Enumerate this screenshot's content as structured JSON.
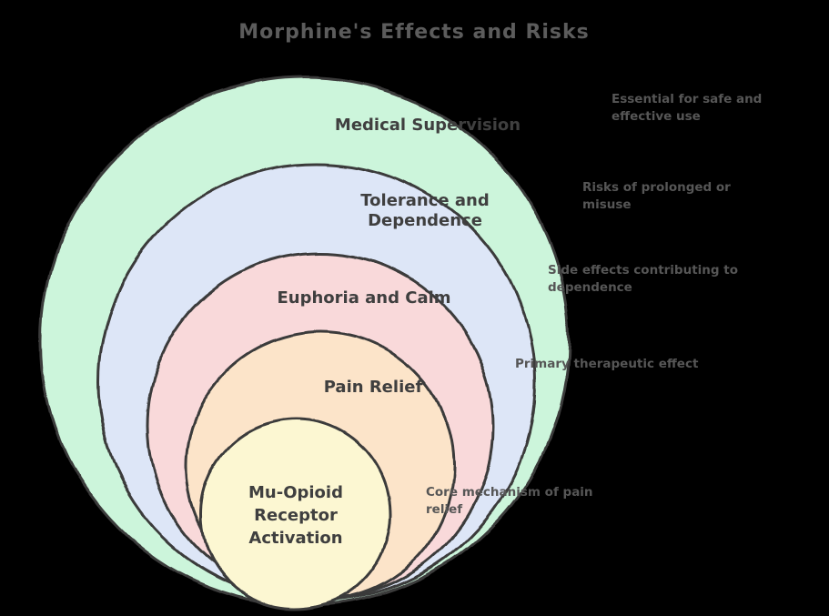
{
  "title": "Morphine's Effects and Risks",
  "colors": {
    "background": "#000000",
    "stroke": "#3a3a3a",
    "title_text": "#5c5c5c",
    "label_text": "#3f3f3f",
    "annotation_text": "#565656"
  },
  "levels": [
    {
      "name": "medical-supervision",
      "label_lines": [
        "Medical Supervision",
        ""
      ],
      "annotation_lines": [
        "Essential for safe and",
        "effective use"
      ],
      "fill": "#ccf5db"
    },
    {
      "name": "tolerance-and-dependence",
      "label_lines": [
        "Tolerance and",
        "Dependence"
      ],
      "annotation_lines": [
        "Risks of prolonged or",
        "misuse"
      ],
      "fill": "#dde6f7"
    },
    {
      "name": "euphoria-and-calm",
      "label_lines": [
        "Euphoria and Calm",
        ""
      ],
      "annotation_lines": [
        "Side effects contributing to",
        "dependence"
      ],
      "fill": "#f9d9da"
    },
    {
      "name": "pain-relief",
      "label_lines": [
        "Pain Relief",
        ""
      ],
      "annotation_lines": [
        "Primary therapeutic effect",
        ""
      ],
      "fill": "#fce4c9"
    },
    {
      "name": "mu-opioid-receptor-activation",
      "label_lines": [
        "Mu-Opioid",
        "Receptor",
        "Activation"
      ],
      "annotation_lines": [
        "Core mechanism of pain",
        "relief"
      ],
      "fill": "#fcf7d2"
    }
  ]
}
